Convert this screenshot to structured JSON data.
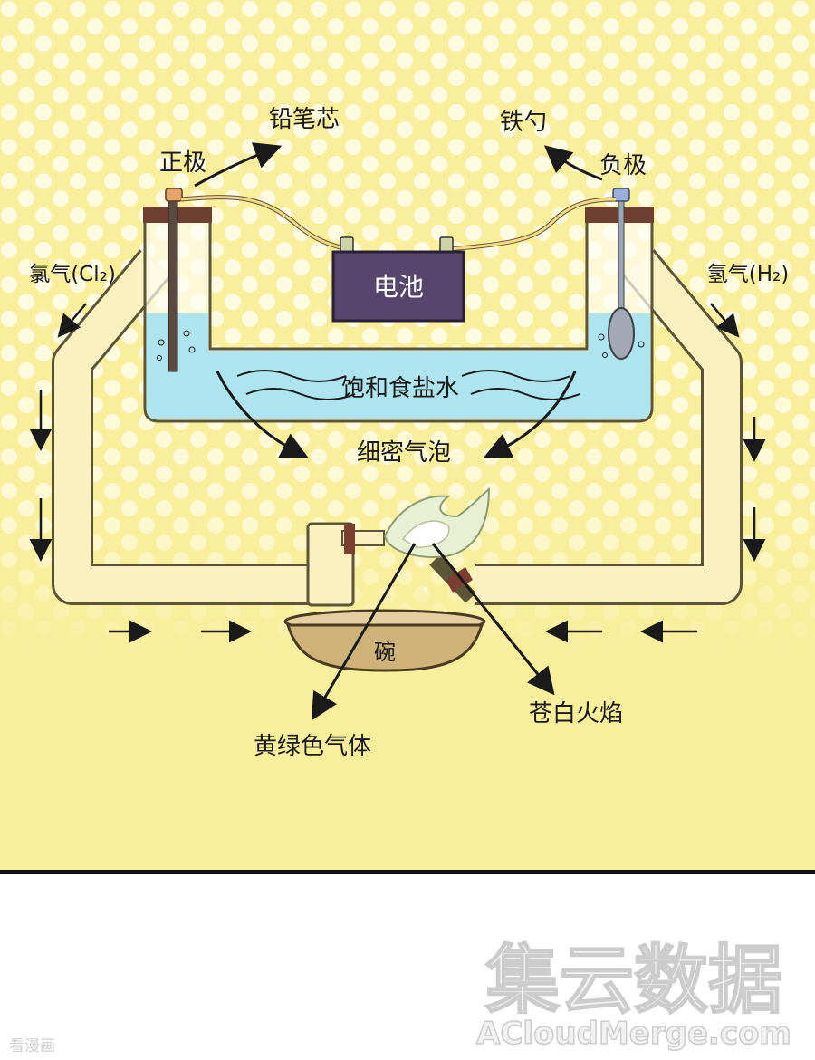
{
  "labels": {
    "pencil_core": "铅笔芯",
    "iron_spoon": "铁勺",
    "positive": "正极",
    "negative": "负极",
    "chlorine": "氯气(Cl₂)",
    "hydrogen": "氢气(H₂)",
    "battery": "电池",
    "brine": "饱和食盐水",
    "bubbles": "细密气泡",
    "bowl": "碗",
    "pale_flame": "苍白火焰",
    "yellow_green_gas": "黄绿色气体"
  },
  "watermarks": {
    "brand_cn": "集云数据",
    "brand_en": "ACloudMerge.com",
    "source": "看漫画"
  },
  "colors": {
    "background_yellow": "#f9ee9c",
    "dot_light": "#fffbe0",
    "water": "#aee3f0",
    "pipe": "#fbf1c0",
    "battery": "#56466b",
    "cap": "#6e3e30",
    "bowl": "#cdb27a"
  }
}
